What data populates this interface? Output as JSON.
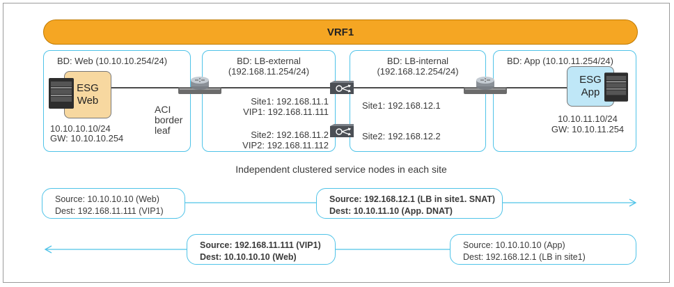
{
  "vrf": {
    "label": "VRF1"
  },
  "bds": [
    {
      "id": "web",
      "lines": [
        "BD: Web (10.10.10.254/24)"
      ]
    },
    {
      "id": "lb-external",
      "lines": [
        "BD: LB-external",
        "(192.168.11.254/24)"
      ]
    },
    {
      "id": "lb-internal",
      "lines": [
        "BD: LB-internal",
        "(192.168.12.254/24)"
      ]
    },
    {
      "id": "app",
      "lines": [
        "BD: App (10.10.11.254/24)"
      ]
    }
  ],
  "esg_web": {
    "line1": "ESG",
    "line2": "Web",
    "fill": "#f7d8a0"
  },
  "esg_app": {
    "line1": "ESG",
    "line2": "App",
    "fill": "#bfe7f7"
  },
  "web_host": {
    "ip": "10.10.10.10/24",
    "gw": "GW: 10.10.10.254"
  },
  "app_host": {
    "ip": "10.10.11.10/24",
    "gw": "GW: 10.10.11.254"
  },
  "border_leaf": {
    "line1": "ACI",
    "line2": "border",
    "line3": "leaf"
  },
  "lb_external": {
    "site1_ip": "Site1: 192.168.11.1",
    "site1_vip": "VIP1: 192.168.11.111",
    "site2_ip": "Site2: 192.168.11.2",
    "site2_vip": "VIP2: 192.168.11.112"
  },
  "lb_internal": {
    "site1_ip": "Site1: 192.168.12.1",
    "site2_ip": "Site2: 192.168.12.2"
  },
  "caption": "Independent clustered service nodes in each site",
  "flows": {
    "fwd_src": {
      "line1": "Source: 10.10.10.10 (Web)",
      "line2": "Dest: 192.168.11.111 (VIP1)"
    },
    "fwd_dst": {
      "line1": "Source: 192.168.12.1 (LB in site1. SNAT)",
      "line2": "Dest: 10.10.11.10 (App. DNAT)"
    },
    "ret_dst": {
      "line1": "Source: 192.168.11.111 (VIP1)",
      "line2": "Dest: 10.10.10.10 (Web)"
    },
    "ret_src": {
      "line1": "Source: 10.10.10.10 (App)",
      "line2": "Dest: 192.168.12.1 (LB in site1)"
    }
  },
  "colors": {
    "vrf": "#f5a623",
    "bd_border": "#4fc3e8",
    "flow_arrow": "#4fc3e8"
  },
  "icons": [
    "server-icon",
    "router-icon",
    "load-balancer-icon"
  ]
}
